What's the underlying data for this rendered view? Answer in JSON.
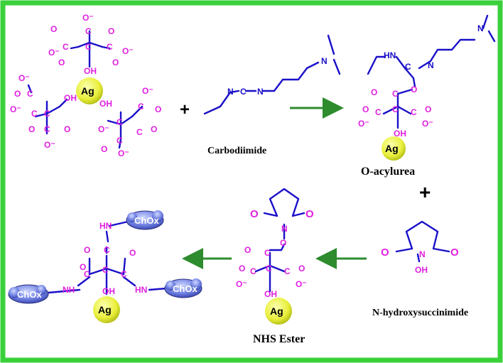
{
  "labels": {
    "carbodiimide": "Carbodiimide",
    "o_acylurea": "O-acylurea",
    "nhs": "N-hydroxysuccinimide",
    "nhs_ester": "NHS Ester"
  },
  "atoms": {
    "ag": "Ag",
    "chox": "ChOx",
    "C": "C",
    "O": "O",
    "O_minus": "O⁻",
    "OH": "OH",
    "N": "N",
    "HN": "HN",
    "NH": "NH"
  },
  "operators": {
    "plus": "+"
  },
  "colors": {
    "frame": "#3ad13a",
    "atom": "#e020e0",
    "bond": "#1a10c8",
    "arrow": "#2e8b2e",
    "ag_fill": "#eef04a",
    "chox_fill": "#6c7ee0"
  }
}
